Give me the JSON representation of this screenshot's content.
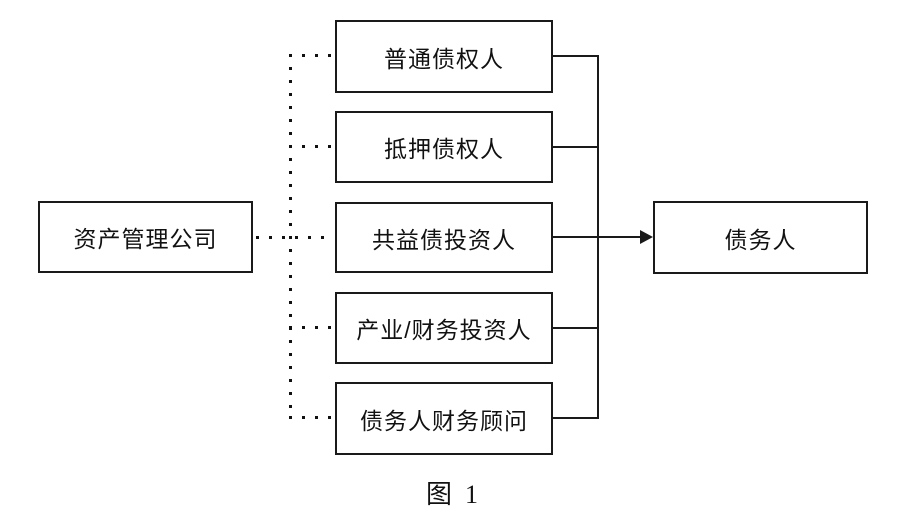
{
  "diagram": {
    "source": {
      "label": "资产管理公司"
    },
    "middle_nodes": [
      {
        "label": "普通债权人"
      },
      {
        "label": "抵押债权人"
      },
      {
        "label": "共益债投资人"
      },
      {
        "label": "产业/财务投资人"
      },
      {
        "label": "债务人财务顾问"
      }
    ],
    "target": {
      "label": "债务人"
    },
    "caption": "图  1",
    "colors": {
      "line": "#1a1a1a",
      "text": "#111111",
      "background": "#ffffff"
    },
    "connections": {
      "source_to_middle": "dotted",
      "middle_to_target": "solid",
      "arrow_into_target": "from 共益债投资人 row"
    }
  }
}
